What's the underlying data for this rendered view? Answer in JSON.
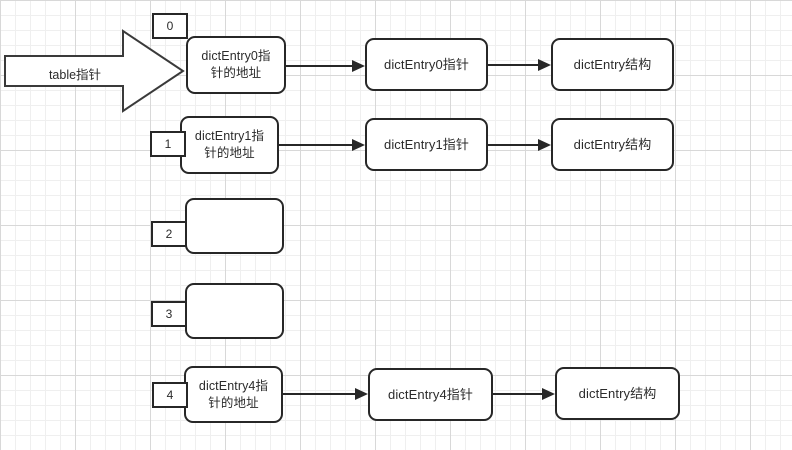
{
  "diagram": {
    "title": "dict table hash bucket pointer diagram",
    "background": "#ffffff",
    "grid_color_minor": "#efefef",
    "grid_color_major": "#d8d8d8",
    "stroke_color": "#272727",
    "text_color": "#2b2b2b",
    "table_pointer": {
      "label": "table指针"
    },
    "index_labels": [
      "0",
      "1",
      "2",
      "3",
      "4"
    ],
    "rows": [
      {
        "index": "0",
        "bucket_label": "dictEntry0指\n针的地址",
        "pointer_label": "dictEntry0指针",
        "struct_label": "dictEntry结构",
        "has_chain": true
      },
      {
        "index": "1",
        "bucket_label": "dictEntry1指\n针的地址",
        "pointer_label": "dictEntry1指针",
        "struct_label": "dictEntry结构",
        "has_chain": true
      },
      {
        "index": "2",
        "bucket_label": "",
        "pointer_label": "",
        "struct_label": "",
        "has_chain": false
      },
      {
        "index": "3",
        "bucket_label": "",
        "pointer_label": "",
        "struct_label": "",
        "has_chain": false
      },
      {
        "index": "4",
        "bucket_label": "dictEntry4指\n针的地址",
        "pointer_label": "dictEntry4指针",
        "struct_label": "dictEntry结构",
        "has_chain": true
      }
    ]
  }
}
